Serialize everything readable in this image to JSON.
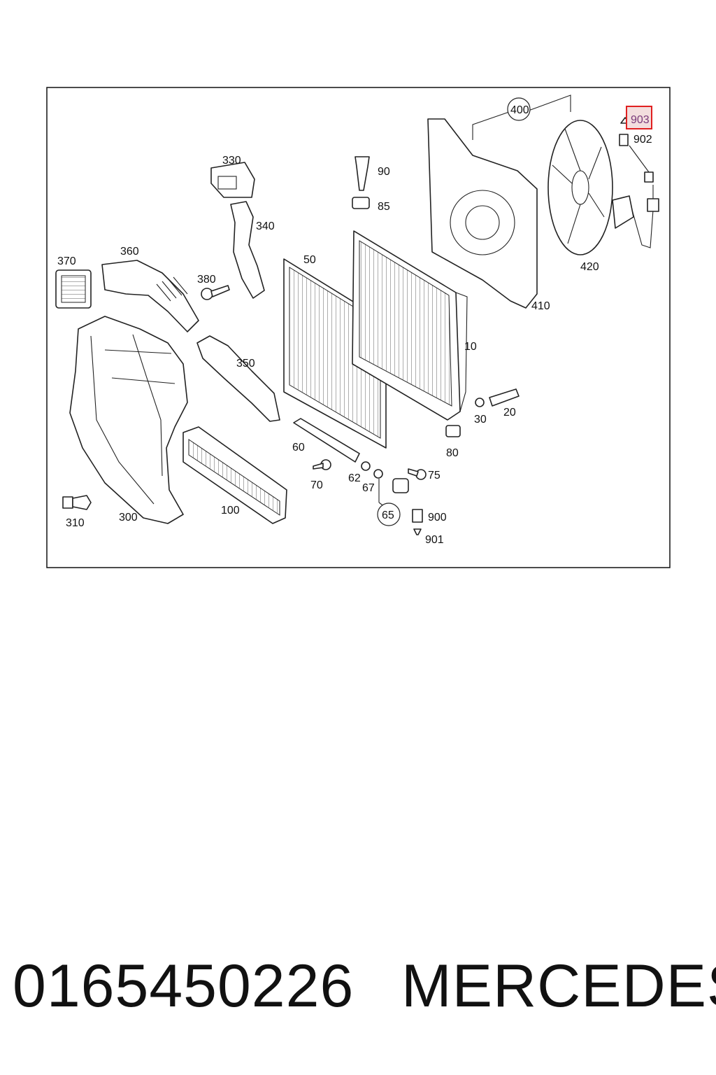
{
  "callouts": {
    "c10": "10",
    "c20": "20",
    "c30": "30",
    "c50": "50",
    "c60": "60",
    "c62": "62",
    "c65": "65",
    "c67": "67",
    "c70": "70",
    "c75": "75",
    "c80": "80",
    "c85": "85",
    "c90": "90",
    "c100": "100",
    "c300": "300",
    "c310": "310",
    "c330": "330",
    "c340": "340",
    "c350": "350",
    "c360": "360",
    "c370": "370",
    "c380": "380",
    "c400": "400",
    "c410": "410",
    "c420": "420",
    "c900": "900",
    "c901": "901",
    "c902": "902",
    "c903": "903"
  },
  "highlight": {
    "callout": "903",
    "color": "#e02020"
  },
  "caption": {
    "part_number": "0165450226",
    "brand": "MERCEDES"
  }
}
